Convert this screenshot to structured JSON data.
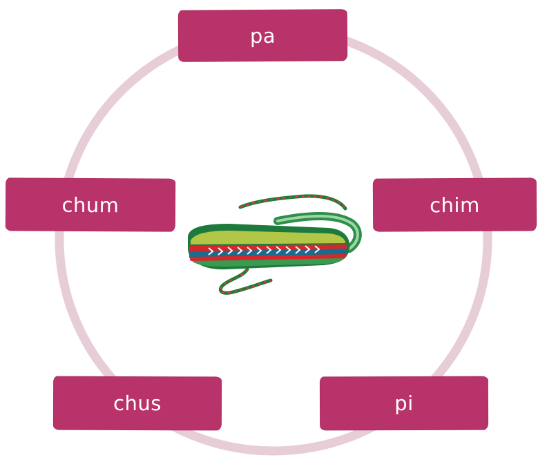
{
  "words": {
    "top": "pa",
    "left": "chum",
    "right": "chim",
    "bottom_left": "chus",
    "bottom_right": "pi"
  },
  "colors": {
    "card": "#b8336a",
    "ring": "#e7cdd8",
    "card_text": "#ffffff"
  },
  "image": {
    "subject": "woven-belt-icon"
  }
}
